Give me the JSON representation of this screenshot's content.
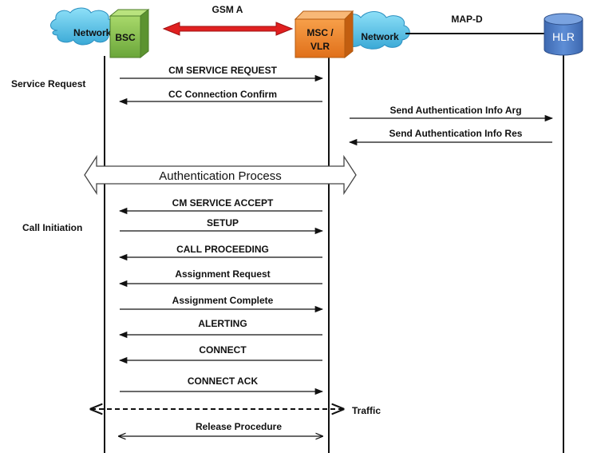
{
  "links": {
    "gsm_a": "GSM A",
    "map_d": "MAP-D"
  },
  "nodes": {
    "network_left": "Network",
    "bsc": "BSC",
    "msc_line1": "MSC /",
    "msc_line2": "VLR",
    "network_right": "Network",
    "hlr": "HLR"
  },
  "phases": {
    "service_request": "Service Request",
    "call_initiation": "Call Initiation"
  },
  "messages": [
    {
      "label": "CM SERVICE REQUEST",
      "direction": "right"
    },
    {
      "label": "CC Connection Confirm",
      "direction": "left"
    },
    {
      "label": "Send Authentication Info Arg",
      "direction": "right"
    },
    {
      "label": "Send Authentication Info Res",
      "direction": "left"
    },
    {
      "label": "CM SERVICE ACCEPT",
      "direction": "left"
    },
    {
      "label": "SETUP",
      "direction": "right"
    },
    {
      "label": "CALL PROCEEDING",
      "direction": "left"
    },
    {
      "label": "Assignment Request",
      "direction": "left"
    },
    {
      "label": "Assignment Complete",
      "direction": "right"
    },
    {
      "label": "ALERTING",
      "direction": "left"
    },
    {
      "label": "CONNECT",
      "direction": "left"
    },
    {
      "label": "CONNECT ACK",
      "direction": "right"
    }
  ],
  "authentication": "Authentication Process",
  "traffic": "Traffic",
  "release": "Release Procedure",
  "colors": {
    "cloud": "#5bc5ea",
    "bsc": "#8bc34a",
    "msc": "#f0862a",
    "hlr": "#4a78c0",
    "link_red": "#e02020"
  }
}
